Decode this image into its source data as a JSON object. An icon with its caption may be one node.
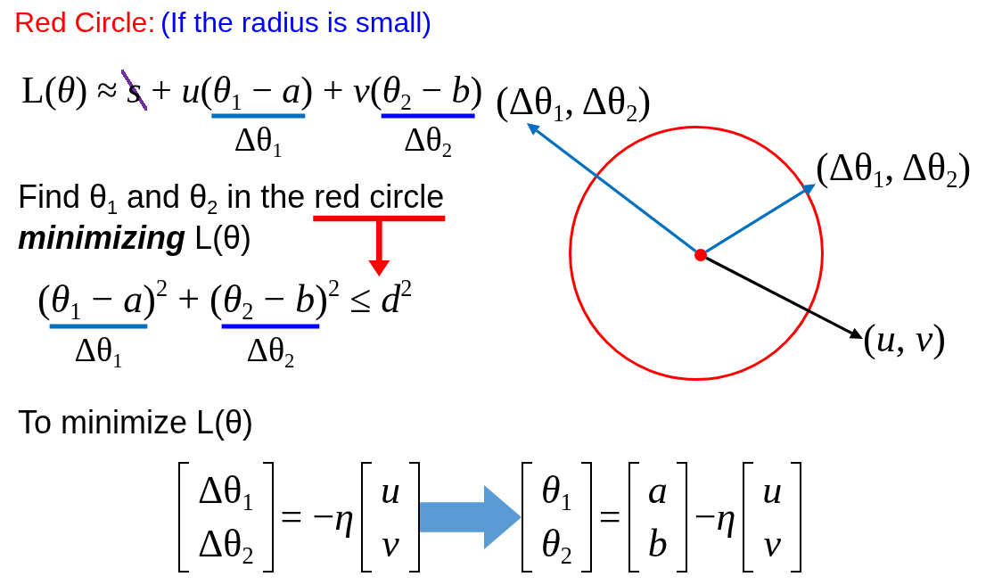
{
  "diagram": {
    "title": "Red Circle:",
    "nodes": [
      {
        "text": [
          "Find θ$_{1}$ and θ$_{2}$ in the red circle **minimizing** L(θ)"
        ]
      },
      {
        "text": [
          "(*θ*$_{1}$ − *a*)$^{2}$ + (*θ*$_{2}$ − *b*)$^{2}$ ≤ *d*$^{2}$"
        ]
      },
      {
        "text": [],
        "shape": "circle"
      },
      {
        "text": [],
        "shape": "circle",
        "in": 2
      },
      {
        "text": [
          "(Δθ$_{1}$, Δθ$_{2}$)"
        ]
      },
      {
        "text": [
          "(Δθ$_{1}$, Δθ$_{2}$)"
        ]
      },
      {
        "text": [
          "(*u*, *v*)"
        ]
      },
      {
        "text": [
          "Δθ$_{1}$",
          "Δθ$_{2}$",
          "= −*η*",
          "*u*",
          "*v*"
        ]
      },
      {
        "text": [
          "*θ*$_{1}$",
          "*θ*$_{2}$",
          "=",
          "*a*",
          "*b*",
          "−*η*",
          "*u*",
          "*v*"
        ]
      }
    ],
    "edges": [
      {
        "from": 0,
        "to": 1,
        "arrow": "to",
        "style": "thick",
        "color": "#ff0000"
      },
      {
        "from": 3,
        "to": 4,
        "arrow": "to",
        "color": "#0070c0"
      },
      {
        "from": 3,
        "to": 5,
        "arrow": "to",
        "color": "#0070c0"
      },
      {
        "from": 3,
        "to": 6,
        "arrow": "to",
        "color": "#000000"
      },
      {
        "from": 7,
        "to": 8,
        "arrow": "to",
        "style": "thick",
        "color": "#5b9bd5"
      }
    ],
    "labels": [
      "(If the radius is small)",
      "L(*θ*) ≈ *s* + *u*(*θ*$_{1}$ − *a*) + *v*(*θ*$_{2}$ − *b*)",
      "Δθ$_{1}$",
      "Δθ$_{2}$",
      "Δθ$_{1}$",
      "Δθ$_{2}$",
      "To minimize L(θ)"
    ]
  }
}
